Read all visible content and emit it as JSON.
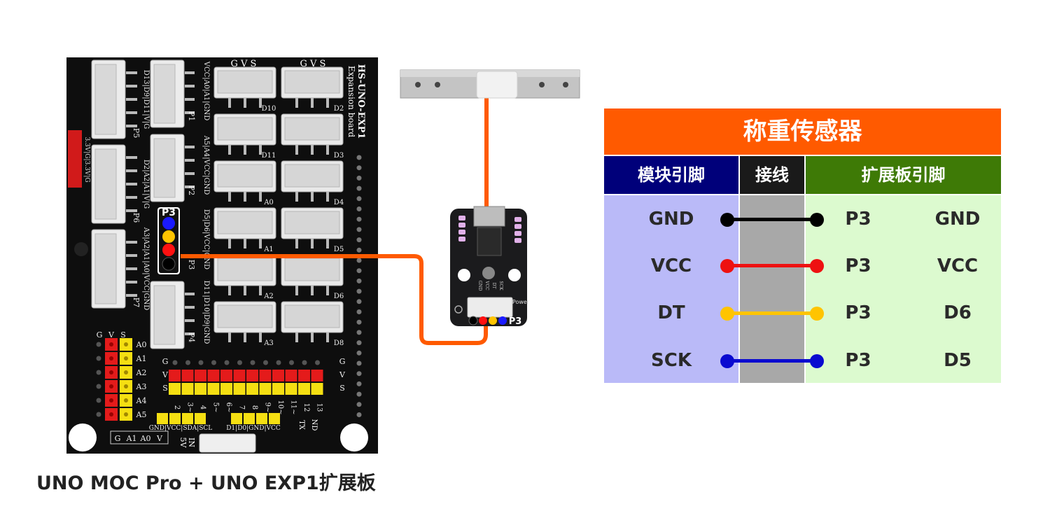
{
  "caption": "UNO MOC Pro + UNO EXP1扩展板",
  "board": {
    "name": "HS-UNO-EXP1",
    "subtitle": "Expansion board",
    "header_gvs": "G V S",
    "left_ports": [
      {
        "port": "P5",
        "pins": "D13|D9|D11|V|G"
      },
      {
        "port": "P6",
        "pins": "D2|A2|A1|V|G"
      },
      {
        "port": "P7",
        "pins": "A3|A2|A1|A0|VCC|GND"
      }
    ],
    "mid_ports": [
      {
        "port": "P1",
        "pins": "VCC|A0|A1|GND"
      },
      {
        "port": "P2",
        "pins": "A5|A4|VCC|GND"
      },
      {
        "port": "P3",
        "pins": "D5|D6|VCC|GND"
      },
      {
        "port": "P4",
        "pins": "D11|D10|D9|GND"
      }
    ],
    "connector_labels": [
      "D10",
      "D2",
      "D11",
      "D3",
      "A0",
      "D4",
      "A1",
      "D5",
      "A2",
      "D6",
      "A3",
      "D8"
    ],
    "power_header": "3.3V|G|3.3V|G",
    "analog_rows": [
      "A0",
      "A1",
      "A2",
      "A3",
      "A4",
      "A5"
    ],
    "gvs_vertical": [
      "G",
      "V",
      "S"
    ],
    "digital_numbers": [
      "2",
      "3~",
      "4",
      "5~",
      "6~",
      "7",
      "8",
      "9~",
      "10~",
      "11~",
      "12",
      "13"
    ],
    "bottom_left_labels": [
      "G",
      "A1",
      "A0",
      "V"
    ],
    "i2c_label": "GND|VCC|SDA|SCL",
    "uart_label": "D1|D0|GND|VCC",
    "in_label": "IN",
    "v_label": "5V",
    "tx_label": "TX",
    "nd_label": "ND",
    "p3_tag": "P3"
  },
  "module": {
    "connector_tag": "P3",
    "pin_labels": [
      "GND",
      "VCC",
      "DT",
      "SCK"
    ],
    "power_label": "Power"
  },
  "table": {
    "title": "称重传感器",
    "headers": {
      "module": "模块引脚",
      "wire": "接线",
      "ext": "扩展板引脚"
    },
    "rows": [
      {
        "module_pin": "GND",
        "port": "P3",
        "board_pin": "GND",
        "color": "#000000"
      },
      {
        "module_pin": "VCC",
        "port": "P3",
        "board_pin": "VCC",
        "color": "#ee1111"
      },
      {
        "module_pin": "DT",
        "port": "P3",
        "board_pin": "D6",
        "color": "#ffc400"
      },
      {
        "module_pin": "SCK",
        "port": "P3",
        "board_pin": "D5",
        "color": "#0a0ad0"
      }
    ]
  },
  "colors": {
    "accent": "#ff5a00",
    "board": "#0e0e0e",
    "header_red": "#e41b1b",
    "header_yellow": "#f5df12",
    "wire_orange": "#ff5a00"
  }
}
